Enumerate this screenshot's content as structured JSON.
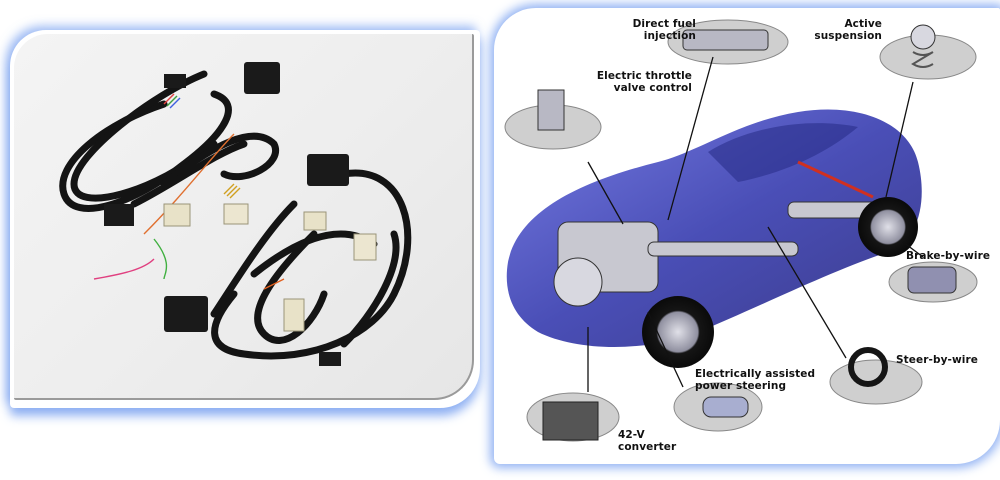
{
  "left_photo": {
    "subject": "automotive wiring harnesses",
    "description": "Two black wiring harnesses with colored wires and beige and black connectors on a light gray background"
  },
  "right_diagram": {
    "subject": "drive-by-wire car systems",
    "labels": {
      "direct_fuel_injection": [
        "Direct fuel",
        "injection"
      ],
      "active_suspension": [
        "Active",
        "suspension"
      ],
      "electric_throttle": [
        "Electric throttle",
        "valve control"
      ],
      "brake_by_wire": [
        "Brake-by-wire"
      ],
      "steer_by_wire": [
        "Steer-by-wire"
      ],
      "power_steering": [
        "Electrically assisted",
        "power steering"
      ],
      "converter": [
        "42-V",
        "converter"
      ]
    }
  },
  "colors": {
    "frame_glow": "#7aa0f0",
    "car_body": "#3a3fb0",
    "label_text": "#111111",
    "panel_bg_left": "#eeeeee"
  }
}
